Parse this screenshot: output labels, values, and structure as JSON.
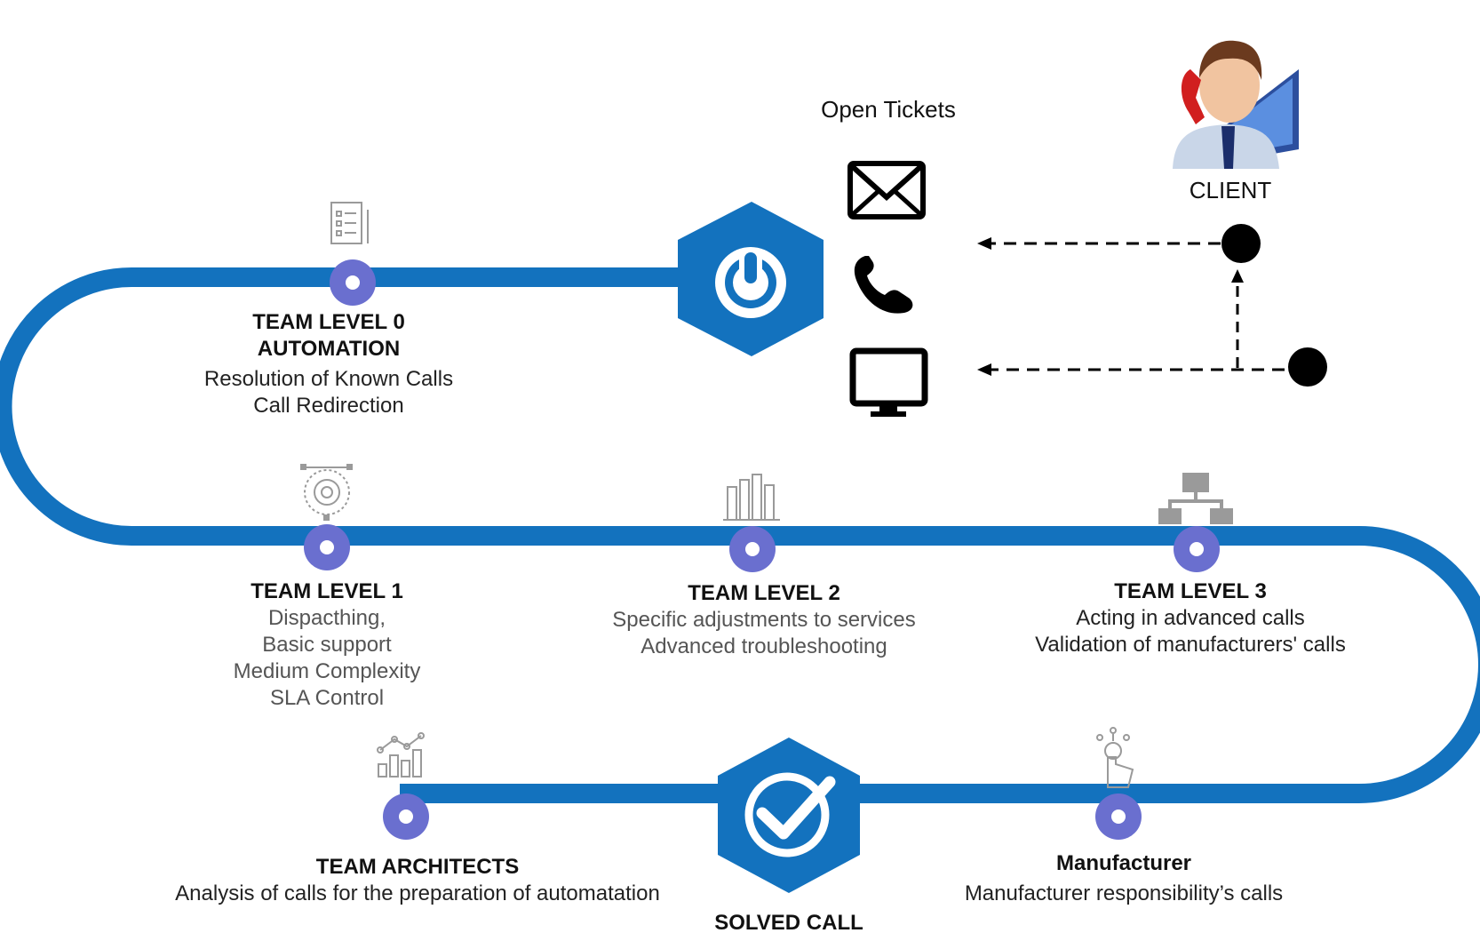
{
  "client": {
    "label": "CLIENT"
  },
  "open_tickets": {
    "label": "Open Tickets",
    "channels": [
      "envelope-icon",
      "phone-icon",
      "monitor-icon"
    ]
  },
  "colors": {
    "track": "#1372BE",
    "node_fill": "#6A6FCF",
    "hex": "#1372BE",
    "arrow": "#000000",
    "icon_gray": "#9a9a9a"
  },
  "levels": {
    "level0": {
      "title1": "TEAM LEVEL 0",
      "title2": "AUTOMATION",
      "lines": [
        "Resolution of Known Calls",
        "Call Redirection"
      ]
    },
    "level1": {
      "title": "TEAM LEVEL 1",
      "lines": [
        "Dispacthing,",
        "Basic support",
        "Medium Complexity",
        "SLA Control"
      ]
    },
    "level2": {
      "title": "TEAM LEVEL 2",
      "lines": [
        "Specific adjustments to services",
        "Advanced troubleshooting"
      ]
    },
    "level3": {
      "title": "TEAM LEVEL 3",
      "lines": [
        "Acting in advanced calls",
        "Validation of manufacturers' calls"
      ]
    },
    "architects": {
      "title": "TEAM ARCHITECTS",
      "lines": [
        "Analysis of calls for the preparation of automatation"
      ]
    },
    "manufacturer": {
      "title": "Manufacturer",
      "lines": [
        "Manufacturer responsibility’s calls"
      ]
    }
  },
  "solved": {
    "label": "SOLVED CALL"
  }
}
